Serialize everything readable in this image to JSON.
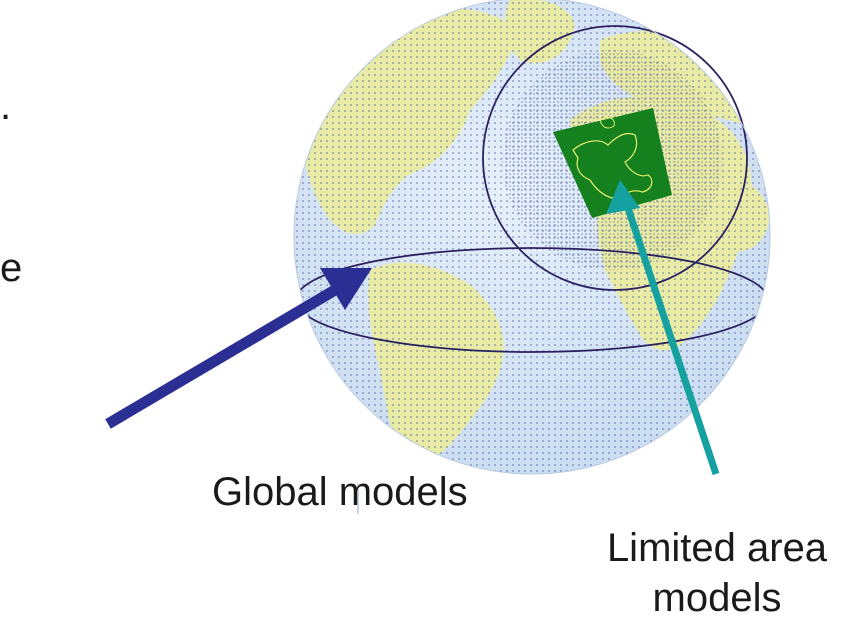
{
  "labels": {
    "global_models": "Global models",
    "limited_area_models": "Limited area models"
  },
  "cut_off_text": {
    "top": ".",
    "middle": "e"
  },
  "colors": {
    "ocean": "#d9e8f7",
    "land": "#e8eba6",
    "grid_dots": "#2a3a8a",
    "limited_area_box": "#14801e",
    "europe_outline": "#e6f06e",
    "global_arrow": "#2b2e93",
    "limited_arrow": "#16a1a1",
    "circle_lines": "#2a2260",
    "text": "#1a1a1a"
  },
  "icons": {
    "globe": "globe-icon",
    "global_arrow": "arrow-icon",
    "limited_arrow": "arrow-icon"
  }
}
